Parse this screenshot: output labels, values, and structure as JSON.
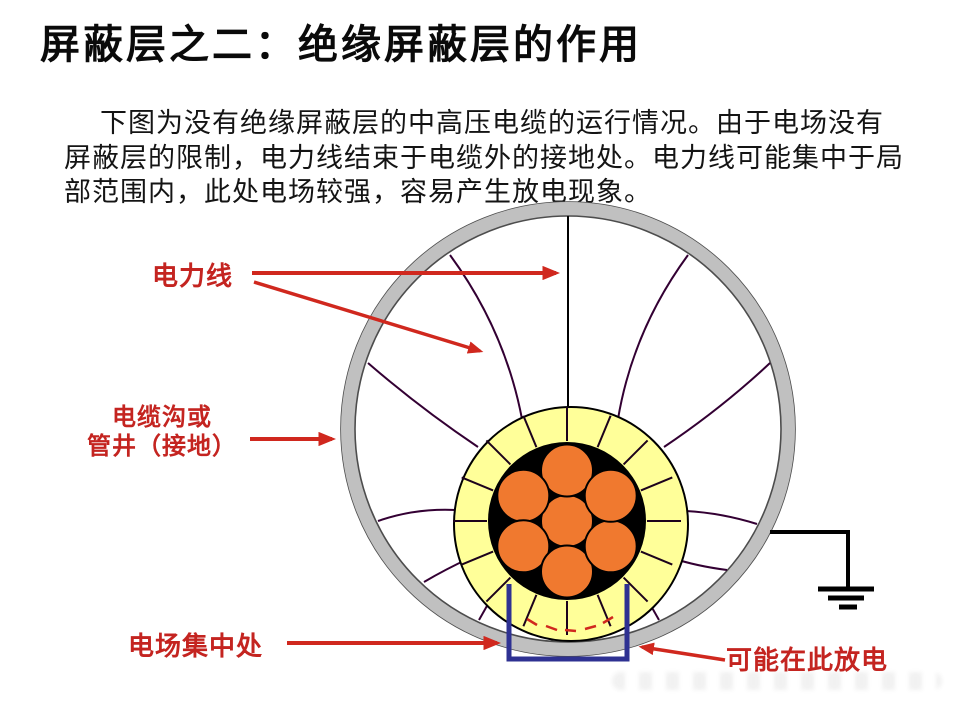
{
  "slide": {
    "title": "屏蔽层之二：绝缘屏蔽层的作用",
    "body": {
      "line1": "下图为没有绝缘屏蔽层的中高压电缆的运行情况。由于电场没有",
      "line2": "屏蔽层的限制，电力线结束于电缆外的接地处。电力线可能集中于局",
      "line3": "部范围内，此处电场较强，容易产生放电现象。"
    }
  },
  "diagram": {
    "labels": {
      "field_lines": "电力线",
      "duct_line1": "电缆沟或",
      "duct_line2": "管井（接地）",
      "field_concentration": "电场集中处",
      "discharge": "可能在此放电"
    },
    "colors": {
      "label_red": "#C42420",
      "arrow_red": "#D0281E",
      "ring_gray": "#C0C0C0",
      "ring_outline": "#4d4d4d",
      "insulation_yellow": "#FFFF99",
      "conductor_orange": "#F0792F",
      "screen_black": "#000000",
      "field_line_purple": "#330033",
      "bracket_blue": "#2E3192"
    }
  }
}
